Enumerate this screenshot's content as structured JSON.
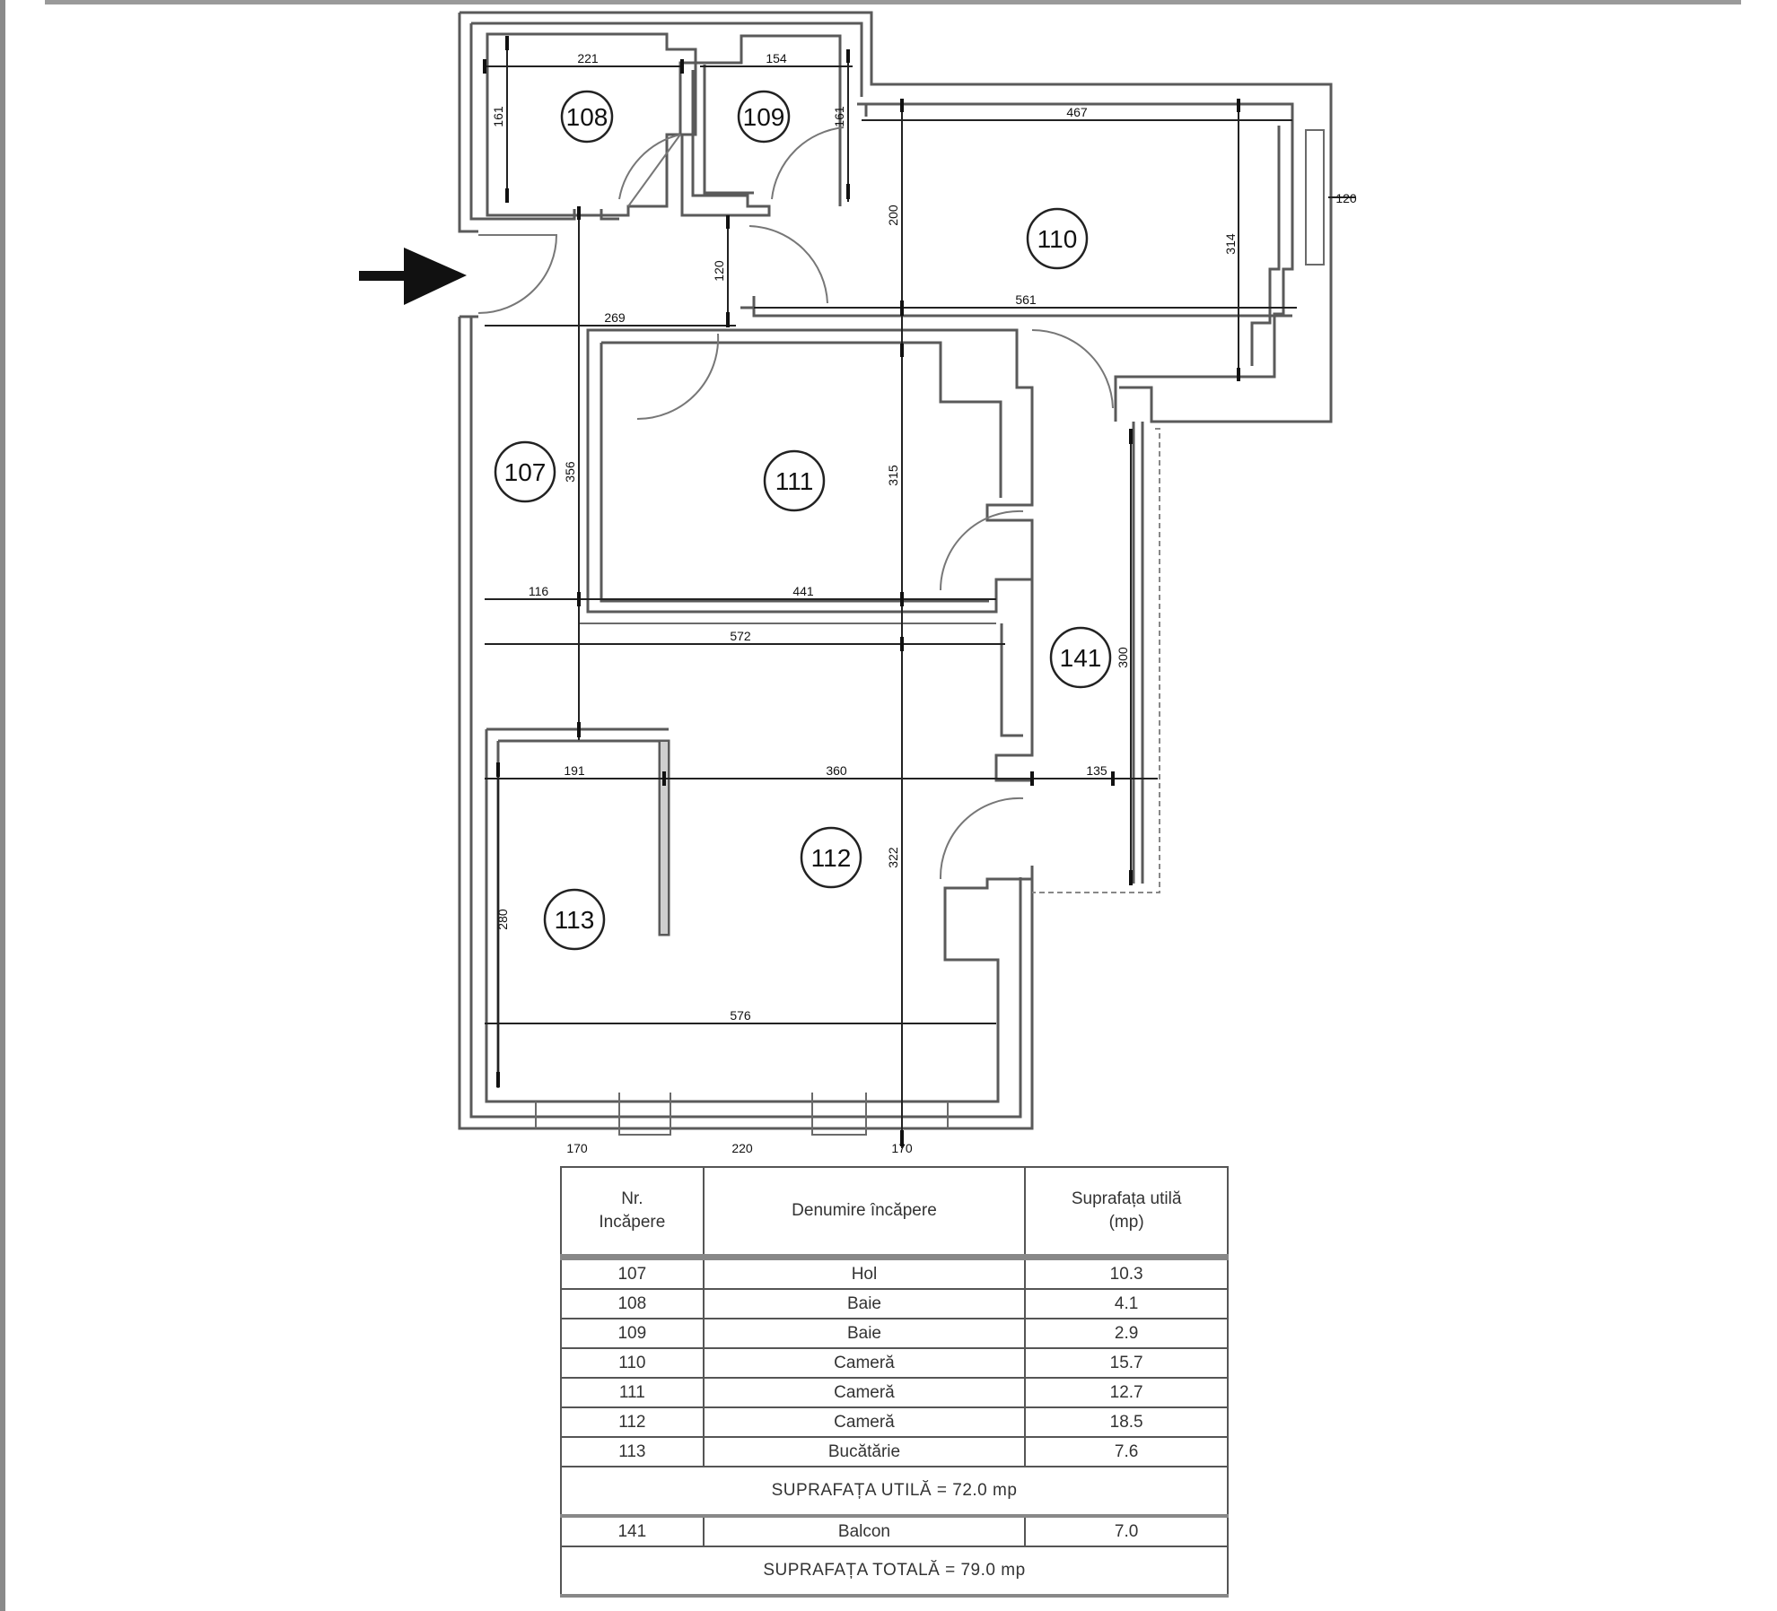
{
  "plan": {
    "rooms": [
      {
        "id": "107",
        "label": "107"
      },
      {
        "id": "108",
        "label": "108"
      },
      {
        "id": "109",
        "label": "109"
      },
      {
        "id": "110",
        "label": "110"
      },
      {
        "id": "111",
        "label": "111"
      },
      {
        "id": "112",
        "label": "112"
      },
      {
        "id": "113",
        "label": "113"
      },
      {
        "id": "141",
        "label": "141"
      }
    ],
    "dimensions": [
      {
        "id": "d-108-w",
        "label": "221"
      },
      {
        "id": "d-108-h",
        "label": "161"
      },
      {
        "id": "d-109-w",
        "label": "154"
      },
      {
        "id": "d-109-h",
        "label": "161"
      },
      {
        "id": "d-110-w",
        "label": "467"
      },
      {
        "id": "d-110-h",
        "label": "314"
      },
      {
        "id": "d-110-h2",
        "label": "200"
      },
      {
        "id": "d-110-w2",
        "label": "561"
      },
      {
        "id": "d-hall-w",
        "label": "269"
      },
      {
        "id": "d-hall-h",
        "label": "120"
      },
      {
        "id": "d-107-h",
        "label": "356"
      },
      {
        "id": "d-111-h",
        "label": "315"
      },
      {
        "id": "d-111-w1",
        "label": "116"
      },
      {
        "id": "d-111-w2",
        "label": "441"
      },
      {
        "id": "d-572",
        "label": "572"
      },
      {
        "id": "d-141-h",
        "label": "300"
      },
      {
        "id": "d-113-w",
        "label": "191"
      },
      {
        "id": "d-112-w",
        "label": "360"
      },
      {
        "id": "d-141-w",
        "label": "135"
      },
      {
        "id": "d-112-h",
        "label": "322"
      },
      {
        "id": "d-113-h",
        "label": "280"
      },
      {
        "id": "d-576",
        "label": "576"
      },
      {
        "id": "d-bottom-1",
        "label": "170"
      },
      {
        "id": "d-bottom-2",
        "label": "220"
      },
      {
        "id": "d-bottom-3",
        "label": "170"
      },
      {
        "id": "d-110-side",
        "label": "120"
      }
    ]
  },
  "table": {
    "headers": {
      "nr": "Nr.\nIncăpere",
      "denumire": "Denumire încăpere",
      "suprafata": "Suprafața utilă\n(mp)"
    },
    "rows": [
      {
        "nr": "107",
        "den": "Hol",
        "sup": "10.3"
      },
      {
        "nr": "108",
        "den": "Baie",
        "sup": "4.1"
      },
      {
        "nr": "109",
        "den": "Baie",
        "sup": "2.9"
      },
      {
        "nr": "110",
        "den": "Cameră",
        "sup": "15.7"
      },
      {
        "nr": "111",
        "den": "Cameră",
        "sup": "12.7"
      },
      {
        "nr": "112",
        "den": "Cameră",
        "sup": "18.5"
      },
      {
        "nr": "113",
        "den": "Bucătărie",
        "sup": "7.6"
      }
    ],
    "summary_utila": "SUPRAFAȚA UTILĂ = 72.0 mp",
    "balcon_row": {
      "nr": "141",
      "den": "Balcon",
      "sup": "7.0"
    },
    "summary_totala": "SUPRAFAȚA TOTALĂ = 79.0 mp"
  }
}
